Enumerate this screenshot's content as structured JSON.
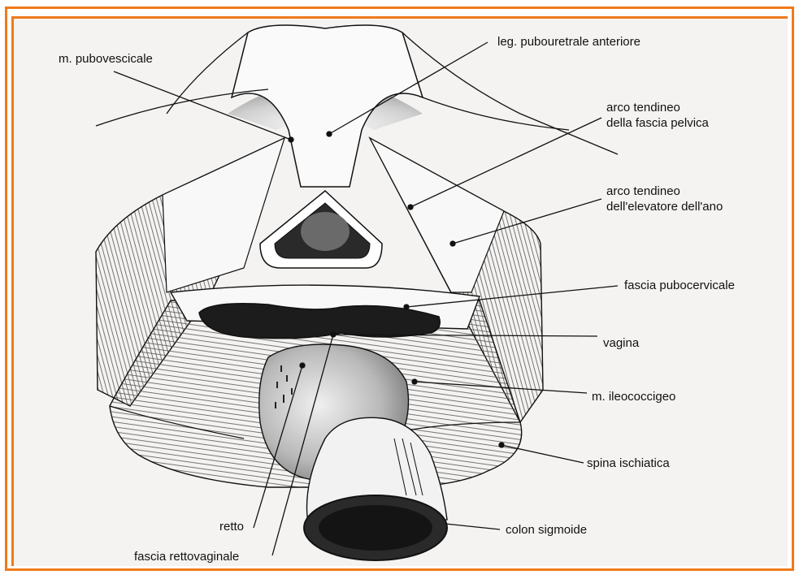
{
  "labels": {
    "pubovescicale": "m. pubovescicale",
    "pubouretrale": "leg. pubouretrale anteriore",
    "arco_fascia_1": "arco tendineo",
    "arco_fascia_2": "della fascia pelvica",
    "arco_elevatore_1": "arco tendineo",
    "arco_elevatore_2": "dell'elevatore dell'ano",
    "fascia_pubocervicale": "fascia pubocervicale",
    "vagina": "vagina",
    "ileococcigeo": "m. ileococcigeo",
    "spina_ischiatica": "spina ischiatica",
    "retto": "retto",
    "colon_sigmoide": "colon sigmoide",
    "fascia_rettovaginale": "fascia rettovaginale"
  },
  "colors": {
    "frame": "#f07a1a",
    "background": "#f4f3f1",
    "line": "#111111",
    "dark_fill": "#1c1c1c"
  }
}
